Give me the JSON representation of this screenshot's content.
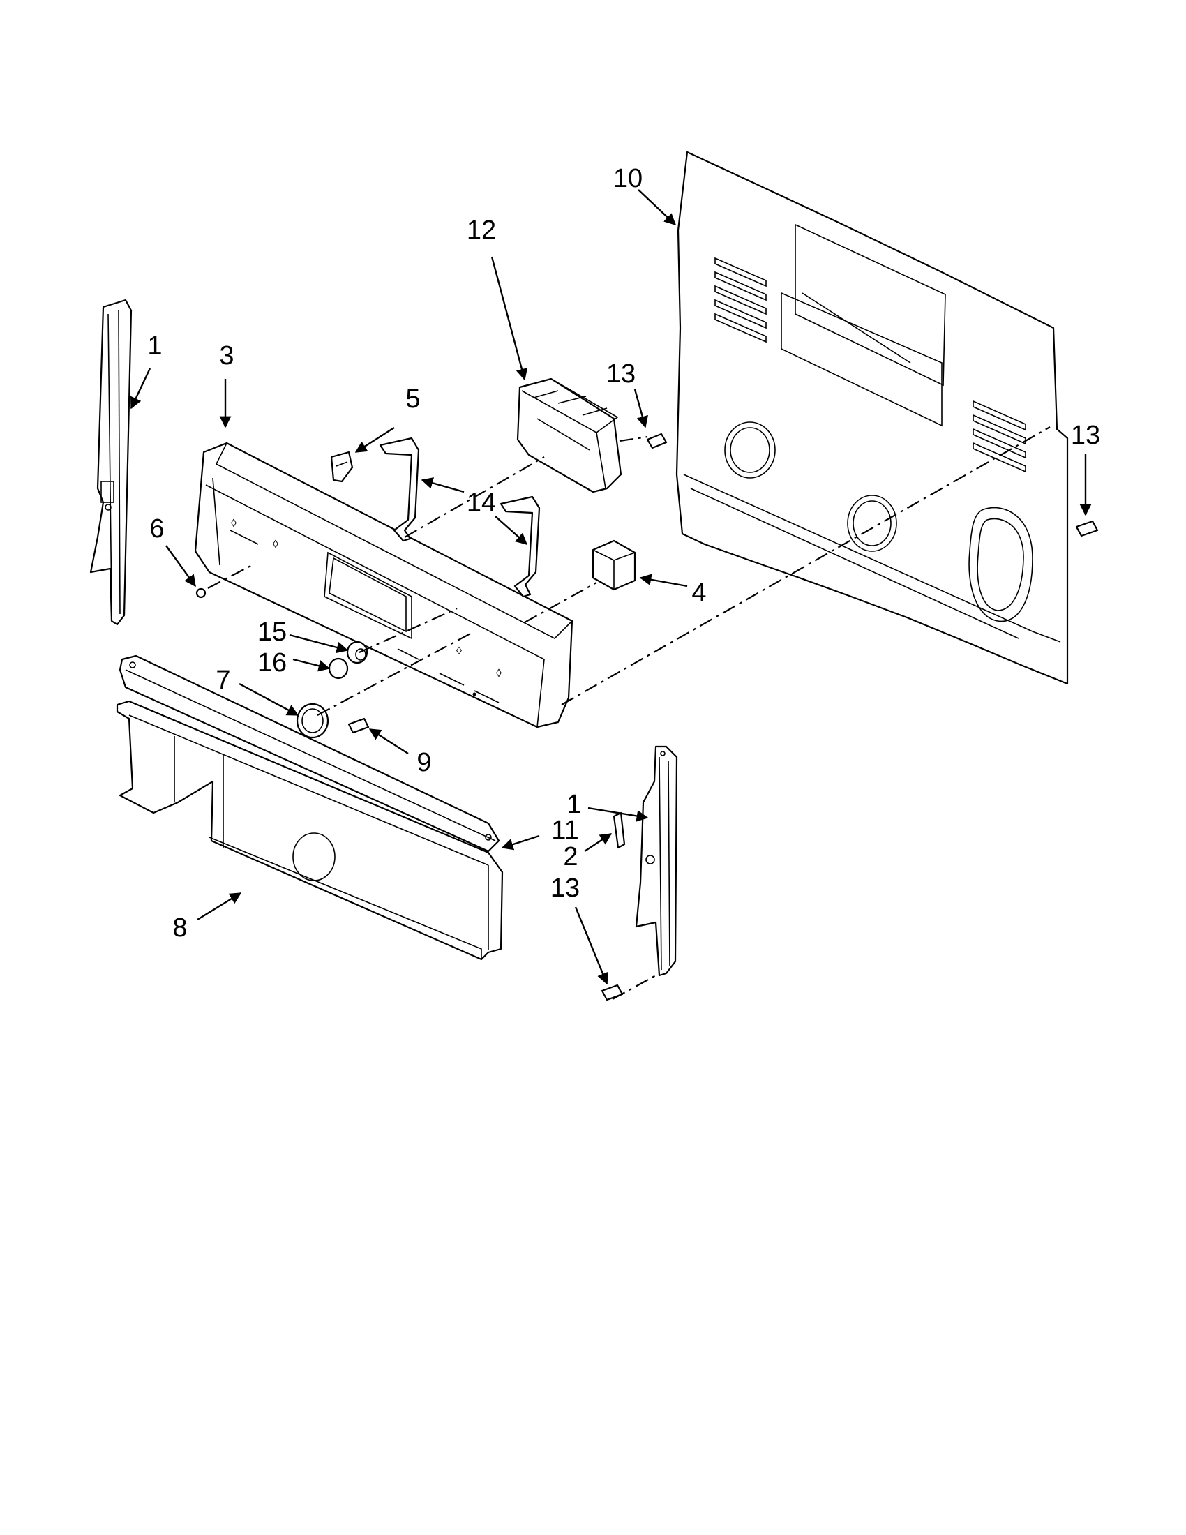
{
  "callouts": {
    "p1_left": "1",
    "p1_right": "1",
    "p2": "2",
    "p3": "3",
    "p4": "4",
    "p5": "5",
    "p6": "6",
    "p7": "7",
    "p8": "8",
    "p9": "9",
    "p10": "10",
    "p11": "11",
    "p12": "12",
    "p13_center": "13",
    "p13_right": "13",
    "p13_lower": "13",
    "p14": "14",
    "p15": "15",
    "p16": "16"
  }
}
